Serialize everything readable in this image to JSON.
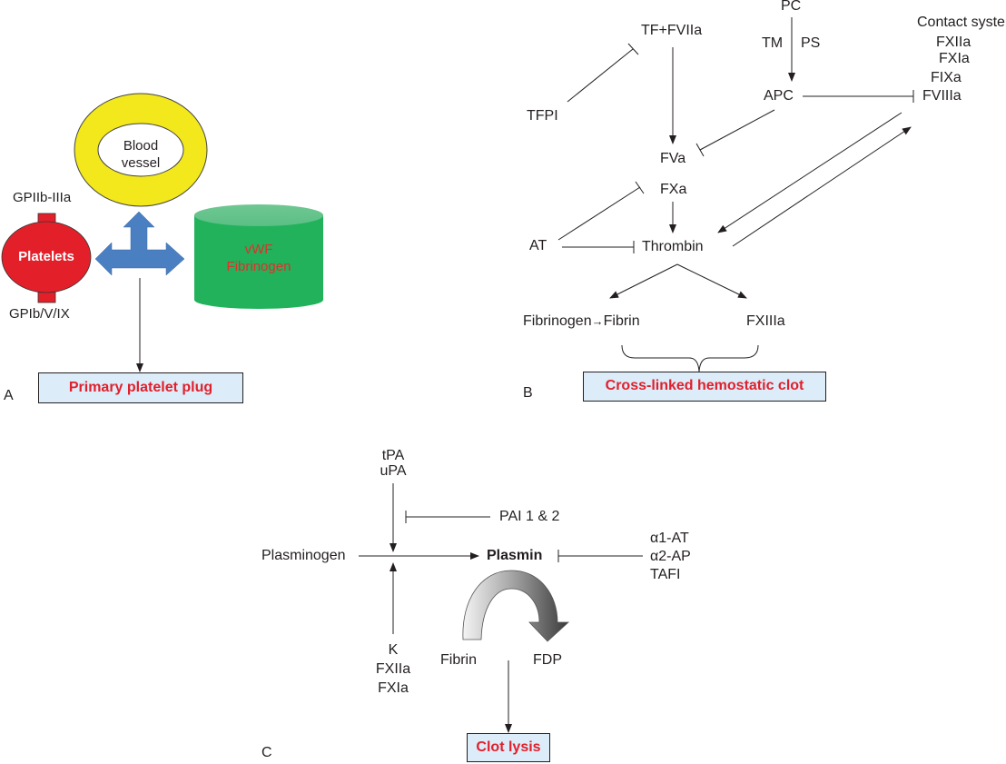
{
  "panelA": {
    "label": "A",
    "blood_vessel": [
      "Blood",
      "vessel"
    ],
    "platelets": "Platelets",
    "receptor_top": "GPIIb-IIIa",
    "receptor_bottom": "GPIb/V/IX",
    "cylinder": [
      "vWF",
      "Fibrinogen"
    ],
    "result": "Primary platelet plug",
    "colors": {
      "vessel": "#f2e81c",
      "platelets": "#e3202a",
      "cylinder": "#21b25b",
      "arrow": "#4a7fc1",
      "result_bg": "#dcecf8",
      "result_text": "#e0202c"
    }
  },
  "panelB": {
    "label": "B",
    "tf": "TF+FVIIa",
    "tfpi": "TFPI",
    "pc": "PC",
    "tm": "TM",
    "ps": "PS",
    "apc": "APC",
    "contact_title": "Contact system",
    "contact_items": [
      "FXIIa",
      "FXIa",
      "FIXa",
      "FVIIIa"
    ],
    "fva": "FVa",
    "fxa": "FXa",
    "at": "AT",
    "thrombin": "Thrombin",
    "fibrinogen": "Fibrinogen",
    "fibrin": "Fibrin",
    "small_arrow": "→",
    "fxiiia": "FXIIIa",
    "result": "Cross-linked hemostatic clot"
  },
  "panelC": {
    "label": "C",
    "activators": [
      "tPA",
      "uPA"
    ],
    "pai": "PAI 1 & 2",
    "plasminogen": "Plasminogen",
    "plasmin": "Plasmin",
    "inhibitors": [
      "α1-AT",
      "α2-AP",
      "TAFI"
    ],
    "contact": [
      "K",
      "FXIIa",
      "FXIa"
    ],
    "fibrin": "Fibrin",
    "fdp": "FDP",
    "result": "Clot lysis"
  }
}
